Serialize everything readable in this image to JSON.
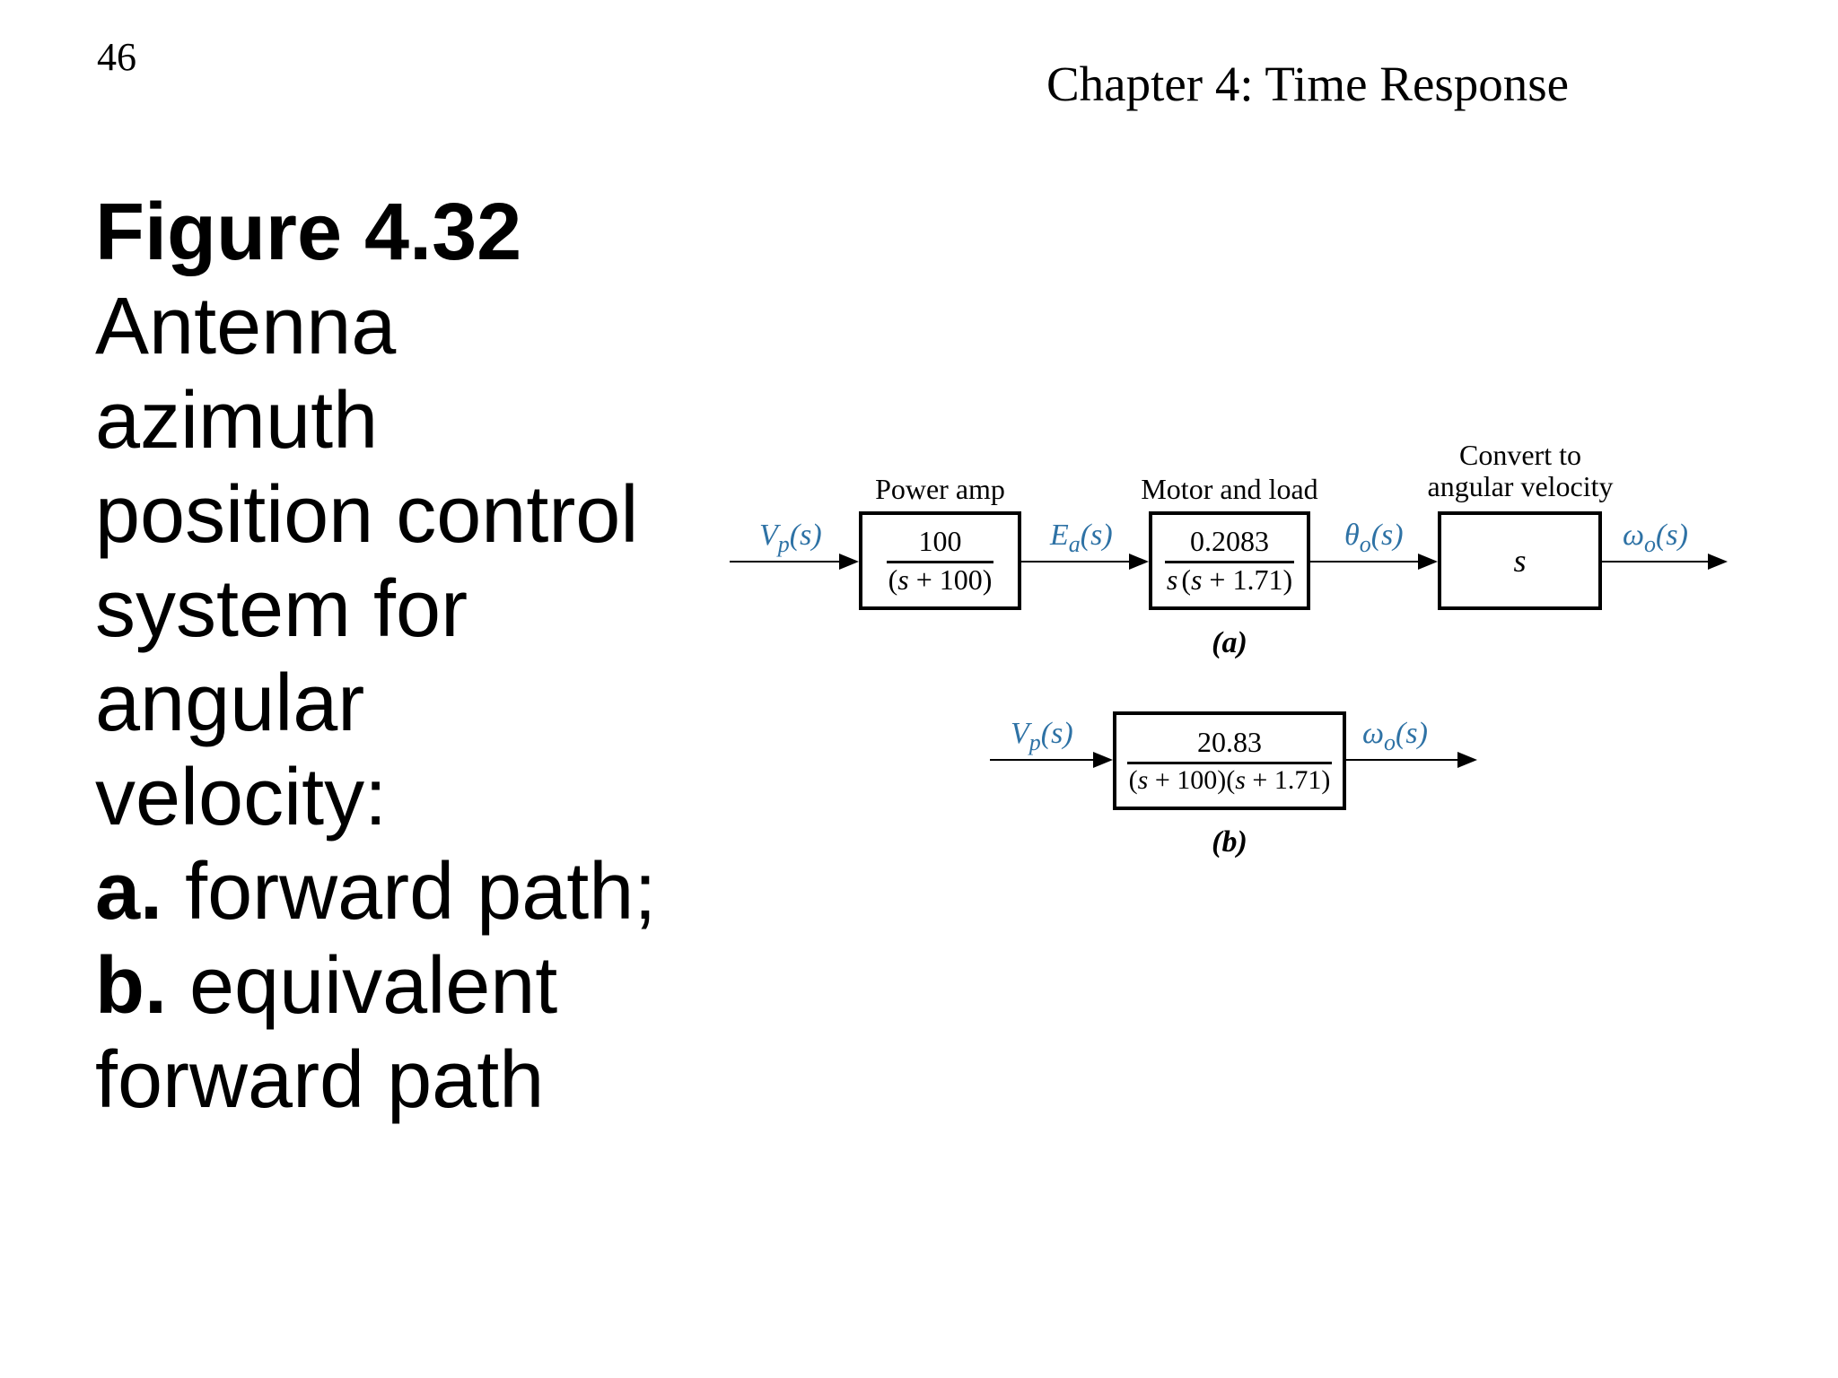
{
  "page": {
    "number": "46",
    "chapter_title": "Chapter 4: Time Response"
  },
  "caption": {
    "lines": [
      {
        "bold": "Figure 4.32",
        "text": ""
      },
      {
        "bold": "",
        "text": "Antenna"
      },
      {
        "bold": "",
        "text": "azimuth"
      },
      {
        "bold": "",
        "text": "position control"
      },
      {
        "bold": "",
        "text": "system for"
      },
      {
        "bold": "",
        "text": "angular"
      },
      {
        "bold": "",
        "text": "velocity:"
      },
      {
        "bold": "a.",
        "text": " forward path;"
      },
      {
        "bold": "b.",
        "text": " equivalent"
      },
      {
        "bold": "",
        "text": "forward path"
      }
    ]
  },
  "colors": {
    "signal_blue": "#2e72a5",
    "ink": "#000000"
  },
  "diagram_a": {
    "sublabel": "(a)",
    "power_amp_label": "Power amp",
    "motor_label": "Motor and load",
    "convert_label_line1": "Convert to",
    "convert_label_line2": "angular velocity",
    "sig_vp": {
      "base": "V",
      "sub": "p",
      "arg": "(s)"
    },
    "sig_ea": {
      "base": "E",
      "sub": "a",
      "arg": "(s)"
    },
    "sig_theta": {
      "base": "θ",
      "sub": "o",
      "arg": "(s)"
    },
    "sig_omega": {
      "base": "ω",
      "sub": "o",
      "arg": "(s)"
    },
    "block1": {
      "num": "100",
      "den": [
        "(",
        "s",
        " + 100)"
      ]
    },
    "block2": {
      "num": "0.2083",
      "den": [
        "s",
        "(",
        "s",
        " + 1.71)"
      ]
    },
    "block3": {
      "content": "s"
    }
  },
  "diagram_b": {
    "sublabel": "(b)",
    "sig_vp": {
      "base": "V",
      "sub": "p",
      "arg": "(s)"
    },
    "sig_omega": {
      "base": "ω",
      "sub": "o",
      "arg": "(s)"
    },
    "block": {
      "num": "20.83",
      "den": [
        "(",
        "s",
        " + 100)(",
        "s",
        " + 1.71)"
      ]
    }
  }
}
